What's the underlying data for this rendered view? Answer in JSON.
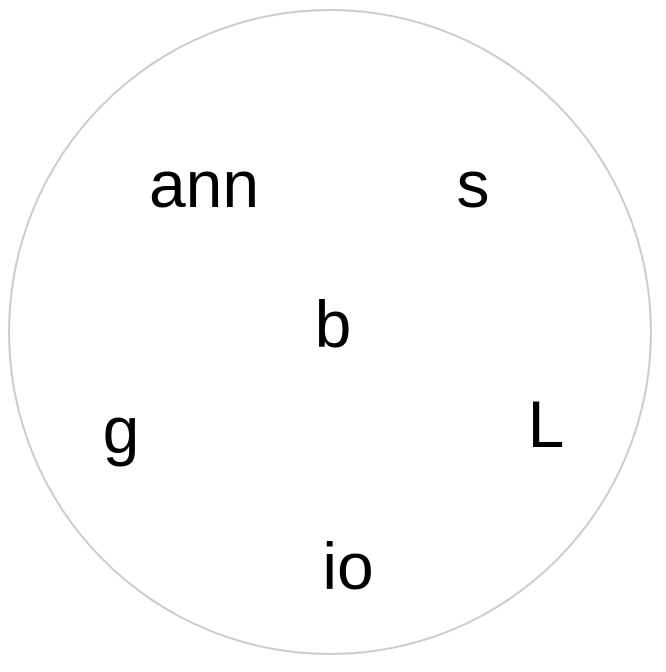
{
  "colors": {
    "circle_border": "#cccccc",
    "text": "#000000",
    "background": "#ffffff"
  },
  "tokens": [
    {
      "text": "ann"
    },
    {
      "text": "s"
    },
    {
      "text": "b"
    },
    {
      "text": "g"
    },
    {
      "text": "L"
    },
    {
      "text": "io"
    }
  ]
}
